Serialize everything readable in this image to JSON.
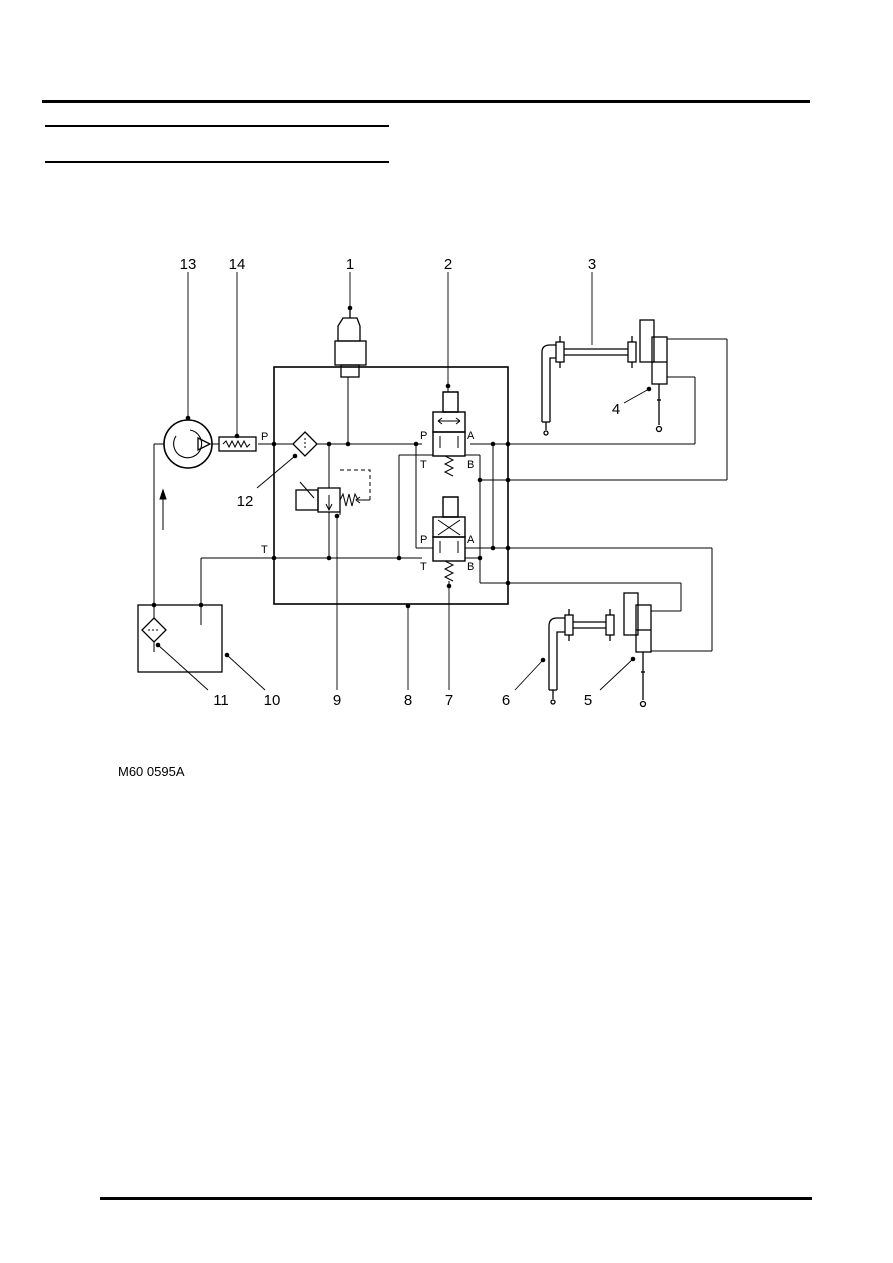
{
  "diagram": {
    "callouts": [
      "1",
      "2",
      "3",
      "4",
      "5",
      "6",
      "7",
      "8",
      "9",
      "10",
      "11",
      "12",
      "13",
      "14"
    ],
    "ports": {
      "pump_p": "P",
      "tank_t": "T",
      "valve_top": {
        "p": "P",
        "a": "A",
        "t": "T",
        "b": "B"
      },
      "valve_bottom": {
        "p": "P",
        "a": "A",
        "t": "T",
        "b": "B"
      }
    },
    "figure_code": "M60 0595A"
  }
}
